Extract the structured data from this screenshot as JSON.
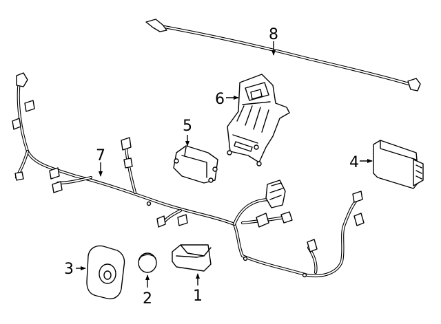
{
  "callouts": [
    {
      "id": "1",
      "label": "1"
    },
    {
      "id": "2",
      "label": "2"
    },
    {
      "id": "3",
      "label": "3"
    },
    {
      "id": "4",
      "label": "4"
    },
    {
      "id": "5",
      "label": "5"
    },
    {
      "id": "6",
      "label": "6"
    },
    {
      "id": "7",
      "label": "7"
    },
    {
      "id": "8",
      "label": "8"
    }
  ]
}
